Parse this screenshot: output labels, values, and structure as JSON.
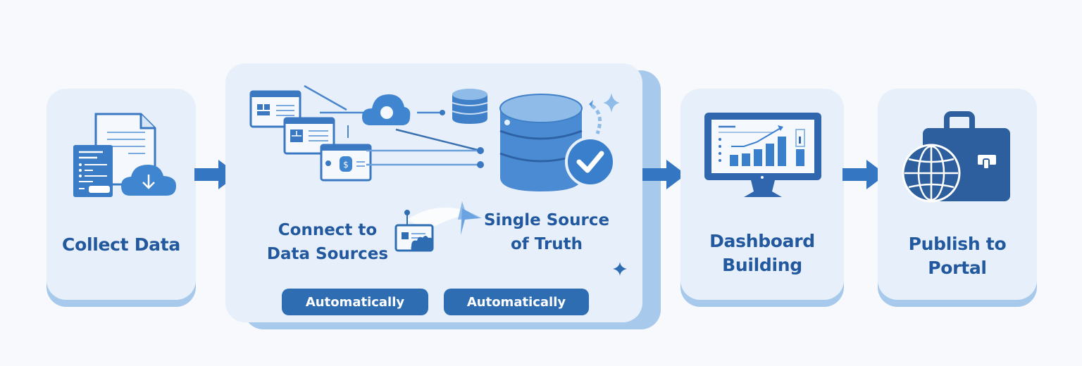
{
  "diagram": {
    "type": "process-flow",
    "steps": [
      {
        "id": "collect",
        "title": "Collect Data",
        "icon": "document-cloud-download-icon"
      },
      {
        "id": "connect",
        "sub_steps": [
          {
            "title_line1": "Connect to",
            "title_line2": "Data Sources",
            "icon": "data-source-windows-icon",
            "badge": "Automatically"
          },
          {
            "title_line1": "Single Source",
            "title_line2": "of Truth",
            "icon": "database-check-icon",
            "badge": "Automatically"
          }
        ]
      },
      {
        "id": "dashboard",
        "title_line1": "Dashboard",
        "title_line2": "Building",
        "icon": "monitor-chart-icon"
      },
      {
        "id": "publish",
        "title_line1": "Publish to",
        "title_line2": "Portal",
        "icon": "globe-briefcase-icon"
      }
    ],
    "connectors": [
      "arrow-right",
      "arrow-right",
      "arrow-right"
    ]
  },
  "colors": {
    "primary": "#2f6db3",
    "primary_dark": "#22589e",
    "card_bg": "#e7f0fa",
    "card_shadow": "#a7c9ec",
    "accent_light": "#8fbbe8",
    "background": "#f8f9fc"
  }
}
